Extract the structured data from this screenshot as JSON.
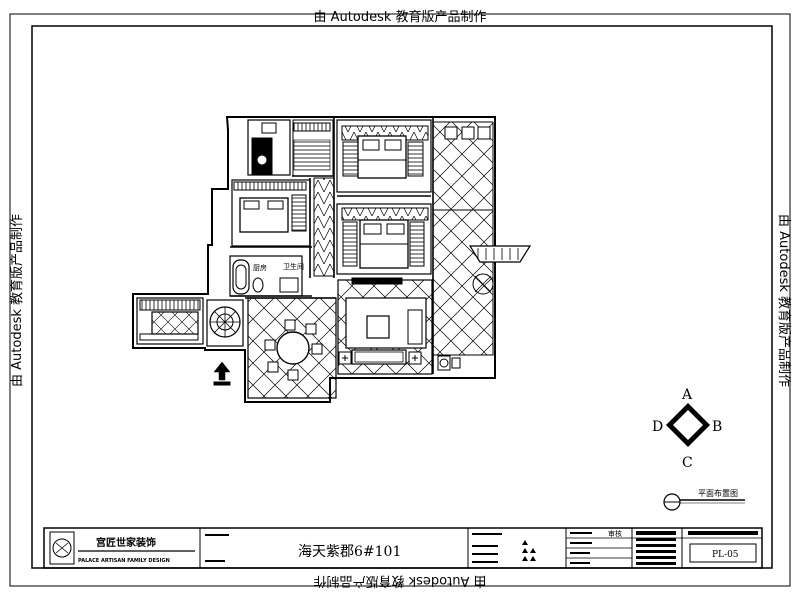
{
  "watermark_text": "由 Autodesk 教育版产品制作",
  "drawing": {
    "project_title": "海天紫郡6#101",
    "sheet_name": "平面布置图",
    "sheet_number": "PL-05",
    "review_label": "审核",
    "company_name_cn": "宫匠世家装饰",
    "company_name_en": "PALACE ARTISAN FAMILY DESIGN",
    "room_labels": {
      "kitchen": "厨房",
      "toilet": "卫生间"
    }
  },
  "compass": {
    "north": "A",
    "east": "B",
    "south": "C",
    "west": "D"
  }
}
